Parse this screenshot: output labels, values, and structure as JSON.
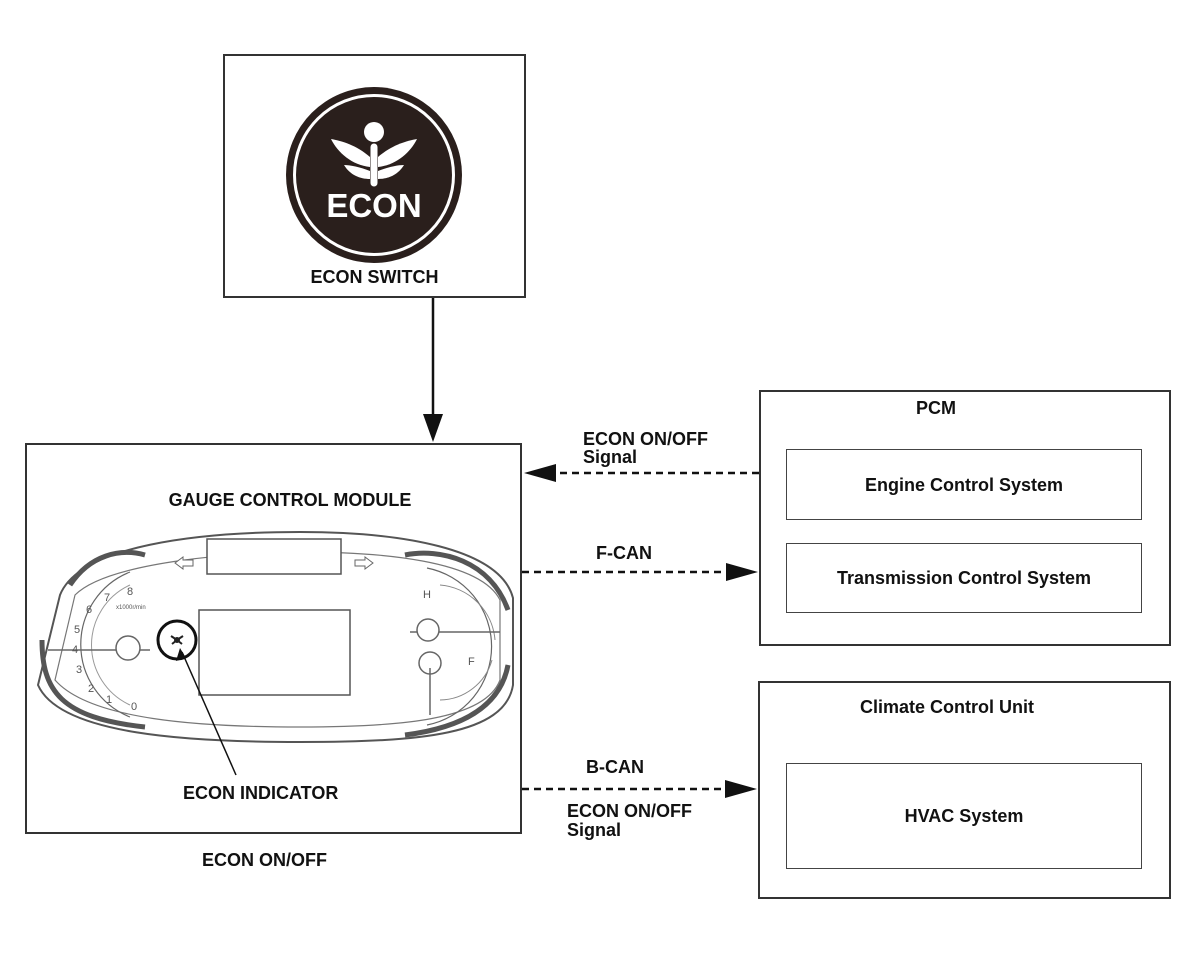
{
  "econ_switch": {
    "label": "ECON SWITCH",
    "knob_text": "ECON"
  },
  "gauge_module": {
    "title": "GAUGE CONTROL MODULE",
    "indicator_label": "ECON INDICATOR",
    "footer_label": "ECON ON/OFF",
    "tach_ticks": [
      "0",
      "1",
      "2",
      "3",
      "4",
      "5",
      "6",
      "7",
      "8"
    ],
    "tach_unit": "x1000r/min",
    "temp_hot": "H",
    "fuel_full": "F"
  },
  "pcm": {
    "title": "PCM",
    "systems": [
      "Engine Control System",
      "Transmission Control System"
    ]
  },
  "climate": {
    "title": "Climate Control Unit",
    "systems": [
      "HVAC System"
    ]
  },
  "signals": {
    "pcm_to_gauge_line1": "ECON ON/OFF",
    "pcm_to_gauge_line2": "Signal",
    "fcan": "F-CAN",
    "bcan": "B-CAN",
    "gauge_to_climate_line1": "ECON ON/OFF",
    "gauge_to_climate_line2": "Signal"
  }
}
